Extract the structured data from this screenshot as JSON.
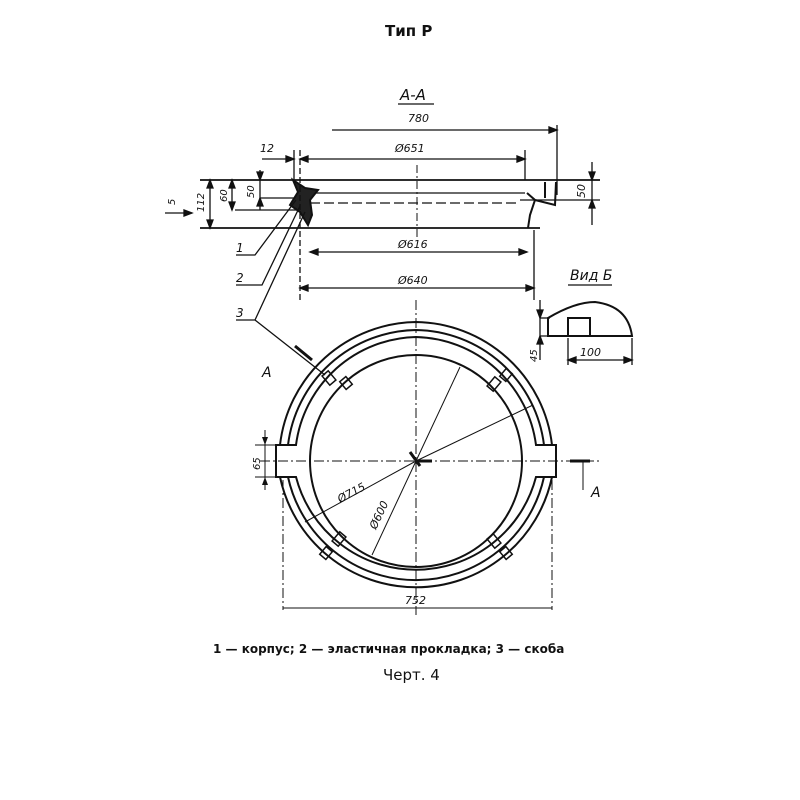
{
  "title": "Тип Р",
  "section_label": "А-А",
  "view_label": "Вид Б",
  "dimensions": {
    "d780": "780",
    "d651": "Ø651",
    "d12": "12",
    "d112": "112",
    "d60": "60",
    "d50_left": "50",
    "d5": "5",
    "d50_right": "50",
    "d616": "Ø616",
    "d640": "Ø640",
    "d45": "45",
    "d100": "100",
    "d65": "65",
    "d715": "Ø715",
    "d600": "Ø600",
    "d752": "752"
  },
  "callouts": [
    "1",
    "2",
    "3"
  ],
  "cut_marks": {
    "left": "А",
    "right": "А"
  },
  "caption": "1 — корпус; 2 — эластичная прокладка; 3 — скоба",
  "figure_label": "Черт. 4"
}
